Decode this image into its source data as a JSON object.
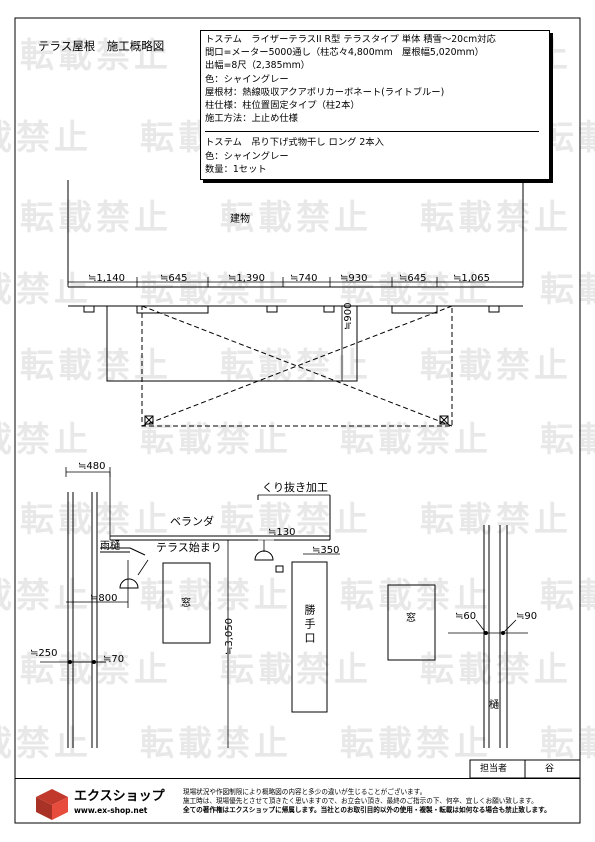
{
  "title": "テラス屋根　施工概略図",
  "spec": {
    "lines": [
      "トステム　ライザーテラスII R型 テラスタイプ 単体 積雪～20cm対応",
      "間口=メーター5000通し（柱芯々4,800mm　屋根幅5,020mm）",
      "出幅=8尺（2,385mm）",
      "色：シャイングレー",
      "屋根材：熱線吸収アクアポリカーボネート(ライトブルー)",
      "柱仕様：柱位置固定タイプ（柱2本）",
      "施工方法：上止め仕様",
      "トステム　吊り下げ式物干し ロング 2本入",
      "色：シャイングレー",
      "数量：1セット"
    ]
  },
  "plan": {
    "building": "建物",
    "dims": [
      "≒1,140",
      "≒645",
      "≒1,390",
      "≒740",
      "≒930",
      "≒645",
      "≒1,065"
    ],
    "depth": "≒900"
  },
  "elevation": {
    "labels": {
      "dim480": "≒480",
      "kurinuki": "くり抜き加工",
      "veranda": "ベランダ",
      "dim130": "≒130",
      "amadoi": "雨樋",
      "terrace_start": "テラス始まり",
      "dim350": "≒350",
      "window1": "窓",
      "dim800": "≒800",
      "katteguchi": "勝手口",
      "dim3050": "≒3,050",
      "window2": "窓",
      "dim60": "≒60",
      "dim90": "≒90",
      "dim250": "≒250",
      "dim70": "≒70",
      "toi": "樋"
    }
  },
  "footer": {
    "tantou_label": "担当者",
    "tantou_name": "谷",
    "brand": "エクスショップ",
    "url": "www.ex-shop.net",
    "notes": [
      "現場状況や作図制限により概略図の内容と多少の違いが生じることがございます。",
      "施工時は、現場優先とさせて頂きたく思いますので、お立会い頂き、最終のご指示の下、何卒、宜しくお願い致します。",
      "全ての著作権はエクスショップに帰属します。当社とのお取引目的以外の使用・複製・転載は如何なる場合も禁止致します。"
    ]
  },
  "watermark": "転載禁止"
}
